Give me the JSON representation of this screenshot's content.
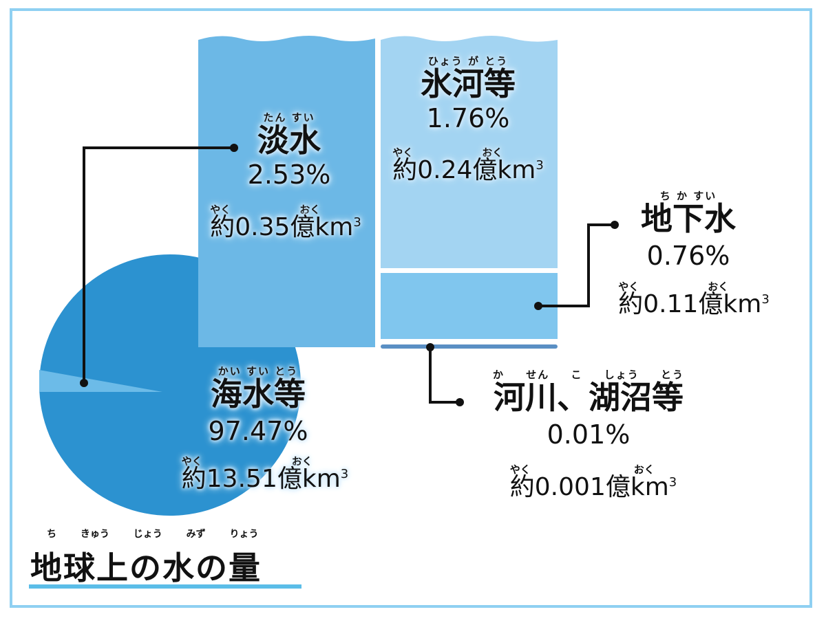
{
  "title": {
    "text": "地球上の水の量",
    "furigana": "ち きゅう じょう みず りょう"
  },
  "colors": {
    "frame": "#8fd0f2",
    "seawater": "#2c92d0",
    "freshwater": "#6cb8e6",
    "glacier": "#a3d4f2",
    "groundwater": "#80c6ee",
    "rivers": "#5a8fc4",
    "underline": "#5bbde8"
  },
  "categories": {
    "freshwater": {
      "furigana": "たん すい",
      "name": "淡水",
      "percent": "2.53%",
      "amount_furi_yaku": "やく",
      "amount_furi_oku": "おく",
      "amount": "約0.35億km",
      "unit_sup": "3"
    },
    "glacier": {
      "furigana": "ひょう が とう",
      "name": "氷河等",
      "percent": "1.76%",
      "amount_furi_yaku": "やく",
      "amount_furi_oku": "おく",
      "amount": "約0.24億km",
      "unit_sup": "3"
    },
    "groundwater": {
      "furigana": "ち か すい",
      "name": "地下水",
      "percent": "0.76%",
      "amount_furi_yaku": "やく",
      "amount_furi_oku": "おく",
      "amount": "約0.11億km",
      "unit_sup": "3"
    },
    "seawater": {
      "furigana": "かい すい とう",
      "name": "海水等",
      "percent": "97.47%",
      "amount_furi_yaku": "やく",
      "amount_furi_oku": "おく",
      "amount": "約13.51億km",
      "unit_sup": "3"
    },
    "rivers": {
      "furigana": "か せん こ しょう とう",
      "name": "河川、湖沼等",
      "percent": "0.01%",
      "amount_furi_yaku": "やく",
      "amount_furi_oku": "おく",
      "amount": "約0.001億km",
      "unit_sup": "3"
    }
  }
}
